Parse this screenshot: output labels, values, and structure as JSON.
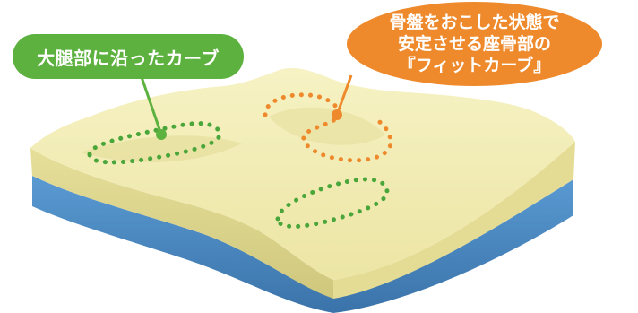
{
  "callouts": {
    "thigh": {
      "text": "大腿部に沿ったカーブ",
      "color": "#5db13f"
    },
    "pelvis": {
      "line1": "骨盤をおこした状態で",
      "line2": "安定させる座骨部の",
      "line3": "『フィットカーブ』",
      "color": "#ee8a2c"
    }
  },
  "colors": {
    "foam_top": "#f1ecb4",
    "foam_shadow": "#d6d08c",
    "base_blue": "#4f8fc9",
    "base_blue_dark": "#3a73a9"
  }
}
